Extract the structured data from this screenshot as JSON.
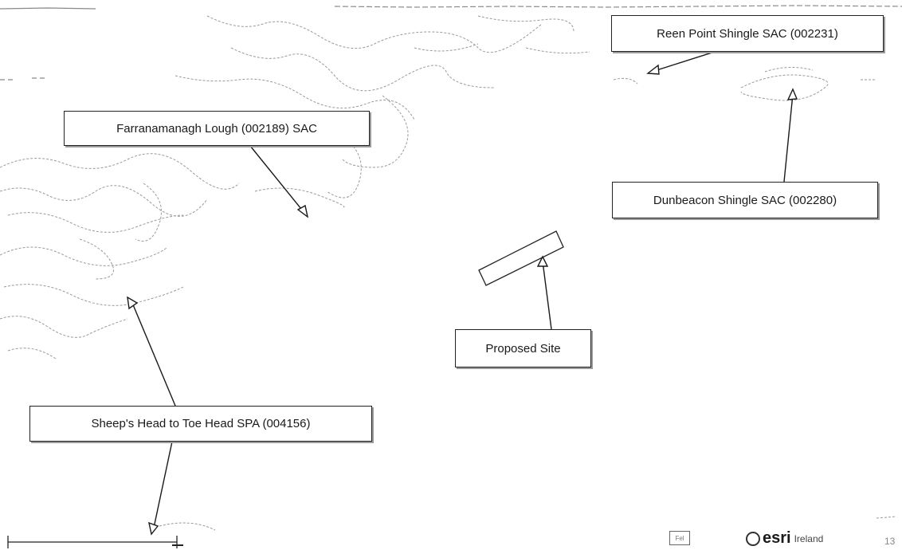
{
  "labels": {
    "farranamanagh": "Farranamanagh Lough (002189) SAC",
    "reen": "Reen Point Shingle SAC (002231)",
    "dunbeacon": "Dunbeacon Shingle SAC (002280)",
    "proposed": "Proposed Site",
    "sheeps": "Sheep's Head to Toe Head SPA (004156)"
  },
  "attribution": {
    "brand": "esri",
    "region": "Ireland"
  },
  "scale_box_text": "Fel",
  "corner_number": "13",
  "icons": [
    "leader-arrow-icon",
    "esri-globe-icon"
  ],
  "colors": {
    "coastline": "#9a9a9a",
    "label_border": "#222222",
    "leader_line": "#1a1a1a",
    "background": "#ffffff"
  }
}
